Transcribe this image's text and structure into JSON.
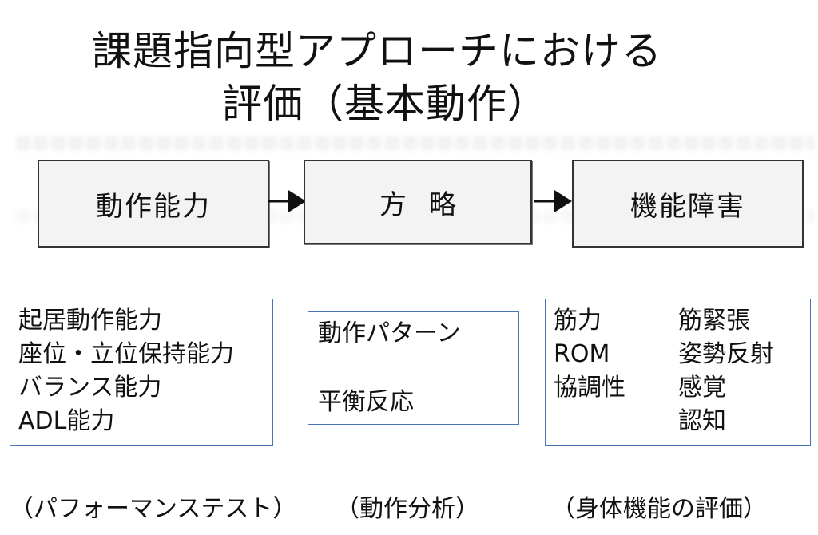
{
  "title": {
    "line1": "課題指向型アプローチにおける",
    "line2": "評価（基本動作）"
  },
  "flow": {
    "boxes": [
      "動作能力",
      "方略",
      "機能障害"
    ]
  },
  "details": {
    "motor_ability": [
      "起居動作能力",
      "座位・立位保持能力",
      "バランス能力",
      "ADL能力"
    ],
    "strategy": [
      "動作パターン",
      "平衡反応"
    ],
    "impairment_left": [
      "筋力",
      "ROM",
      "協調性"
    ],
    "impairment_right": [
      "筋緊張",
      "姿勢反射",
      "感覚",
      "認知"
    ]
  },
  "captions": [
    "（パフォーマンステスト）",
    "（動作分析）",
    "（身体機能の評価）"
  ],
  "colors": {
    "box_fill": "#f3f3f3",
    "box_border": "#333333",
    "detail_border": "#4a74b5"
  }
}
